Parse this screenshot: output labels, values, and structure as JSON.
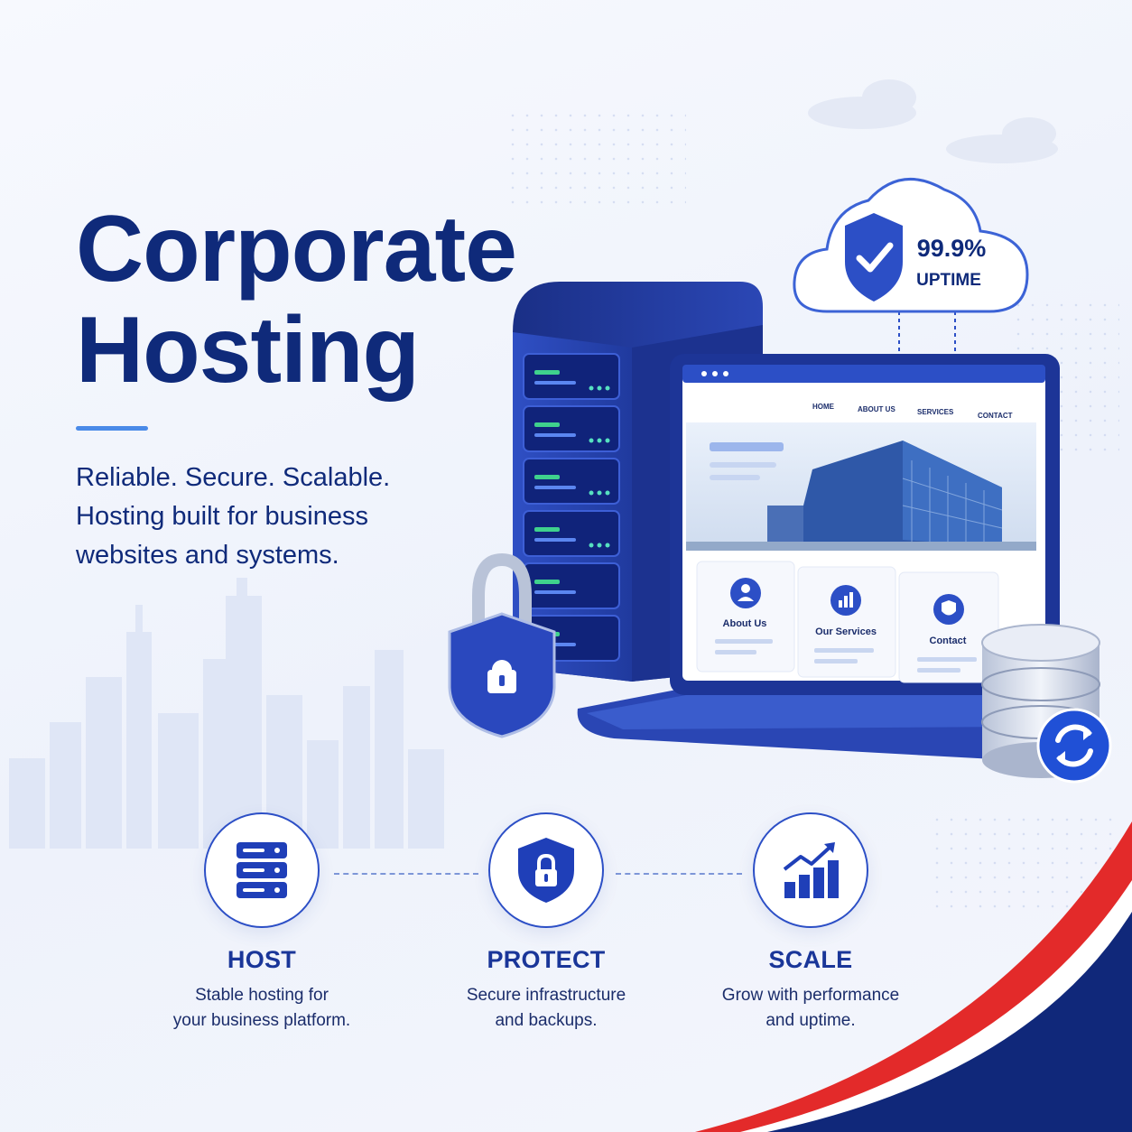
{
  "hero": {
    "title_line1": "Corporate",
    "title_line2": "Hosting",
    "subtitle_line1": "Reliable. Secure. Scalable.",
    "subtitle_line2": "Hosting built for business",
    "subtitle_line3": "websites and systems."
  },
  "uptime": {
    "value": "99.9%",
    "label": "UPTIME"
  },
  "website_mockup": {
    "nav": [
      "HOME",
      "ABOUT US",
      "SERVICES",
      "CONTACT"
    ],
    "cards": [
      "About Us",
      "Our Services",
      "Contact"
    ]
  },
  "features": [
    {
      "title": "HOST",
      "desc_line1": "Stable hosting for",
      "desc_line2": "your business platform.",
      "icon": "server-stack-icon"
    },
    {
      "title": "PROTECT",
      "desc_line1": "Secure infrastructure",
      "desc_line2": "and backups.",
      "icon": "shield-lock-icon"
    },
    {
      "title": "SCALE",
      "desc_line1": "Grow with performance",
      "desc_line2": "and uptime.",
      "icon": "growth-chart-icon"
    }
  ],
  "colors": {
    "navy": "#0f2a7a",
    "brand_blue": "#2c4fc6",
    "accent": "#4a8ae8",
    "red": "#e32a2a"
  }
}
